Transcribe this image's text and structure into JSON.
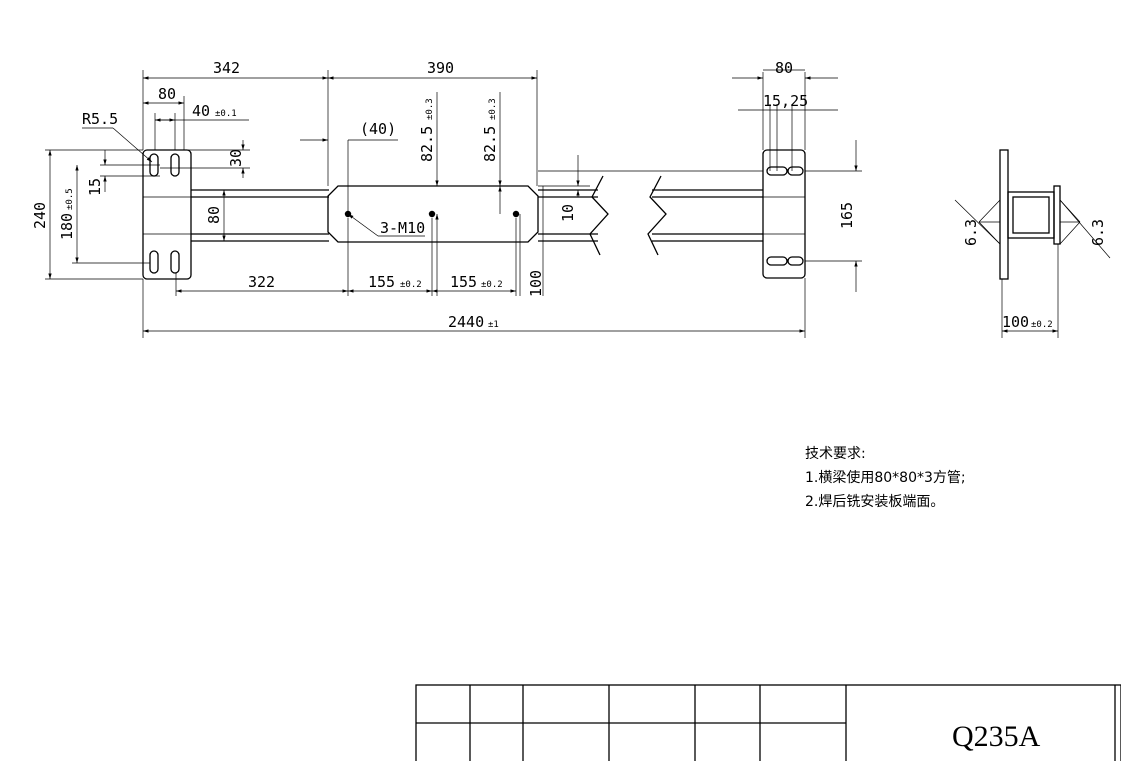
{
  "dims": {
    "d342": "342",
    "d390": "390",
    "d80_top": "80",
    "d40": "40",
    "d40_tol": "±0.1",
    "r55": "R5.5",
    "d40_paren": "(40)",
    "d825_a": "82.5",
    "d825_a_tol": "±0.3",
    "d825_b": "82.5",
    "d825_b_tol": "±0.3",
    "d30": "30",
    "d15": "15",
    "d240": "240",
    "d180": "180",
    "d180_tol": "±0.5",
    "d80_mid": "80",
    "d10": "10",
    "m10": "3-M10",
    "d322": "322",
    "d155_a": "155",
    "d155_a_tol": "±0.2",
    "d155_b": "155",
    "d155_b_tol": "±0.2",
    "d100_v": "100",
    "d2440": "2440",
    "d2440_tol": "±1",
    "d80_right": "80",
    "d1525": "15,25",
    "d165": "165",
    "d63_left": "6.3",
    "d63_right": "6.3",
    "d100_side": "100",
    "d100_side_tol": "±0.2"
  },
  "notes": {
    "title": "技术要求:",
    "line1": "1.横梁使用80*80*3方管;",
    "line2": "2.焊后铣安装板端面。"
  },
  "titleblock": {
    "material": "Q235A"
  }
}
